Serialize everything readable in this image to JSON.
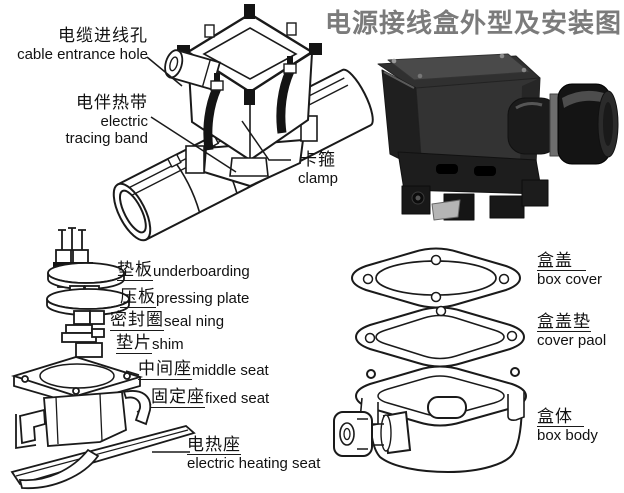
{
  "title": "电源接线盒外型及安装图",
  "installation_view": {
    "cable_entrance_hole_zh": "电缆进线孔",
    "cable_entrance_hole_en": "cable entrance hole",
    "tracing_band_zh": "电伴热带",
    "tracing_band_en1": "electric",
    "tracing_band_en2": "tracing band",
    "clamp_zh": "卡箍",
    "clamp_en": "clamp"
  },
  "exploded_seat_view": {
    "labels": [
      {
        "zh": "垫板",
        "en": "underboarding"
      },
      {
        "zh": "压板",
        "en": "pressing plate"
      },
      {
        "zh": "密封圈",
        "en": "seal ning"
      },
      {
        "zh": "垫片",
        "en": "shim"
      },
      {
        "zh": "中间座",
        "en": "middle seat"
      },
      {
        "zh": "固定座",
        "en": "fixed seat"
      },
      {
        "zh": "电热座",
        "en": "electric heating seat"
      }
    ]
  },
  "exploded_box_view": {
    "labels": [
      {
        "zh": "盒盖",
        "en": "box cover"
      },
      {
        "zh": "盒盖垫",
        "en": "cover paol"
      },
      {
        "zh": "盒体",
        "en": "box body"
      }
    ]
  },
  "colors": {
    "line": "#1a1a1a",
    "title": "#7b7b7b",
    "clamp_fill": "#141414",
    "photo_dark": "#2a2a2a",
    "background": "#ffffff"
  }
}
